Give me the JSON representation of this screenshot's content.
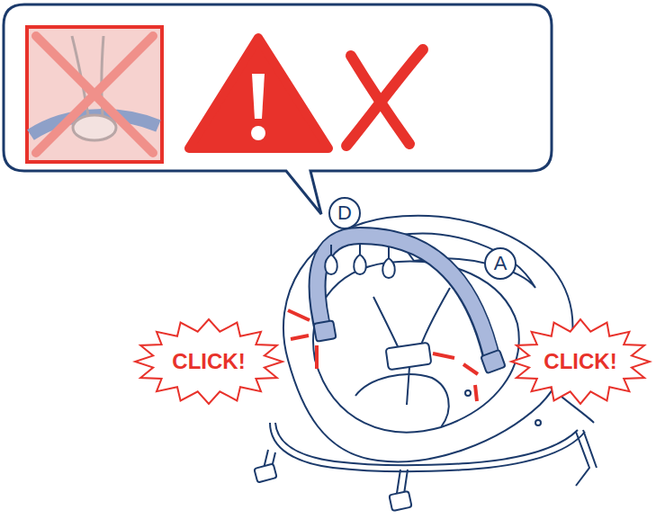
{
  "diagram": {
    "nodes": [
      {
        "text": [
          "D"
        ]
      },
      {
        "text": [
          "A"
        ]
      },
      {
        "text": [
          "CLICK!"
        ]
      },
      {
        "text": [
          "CLICK!"
        ]
      }
    ]
  }
}
